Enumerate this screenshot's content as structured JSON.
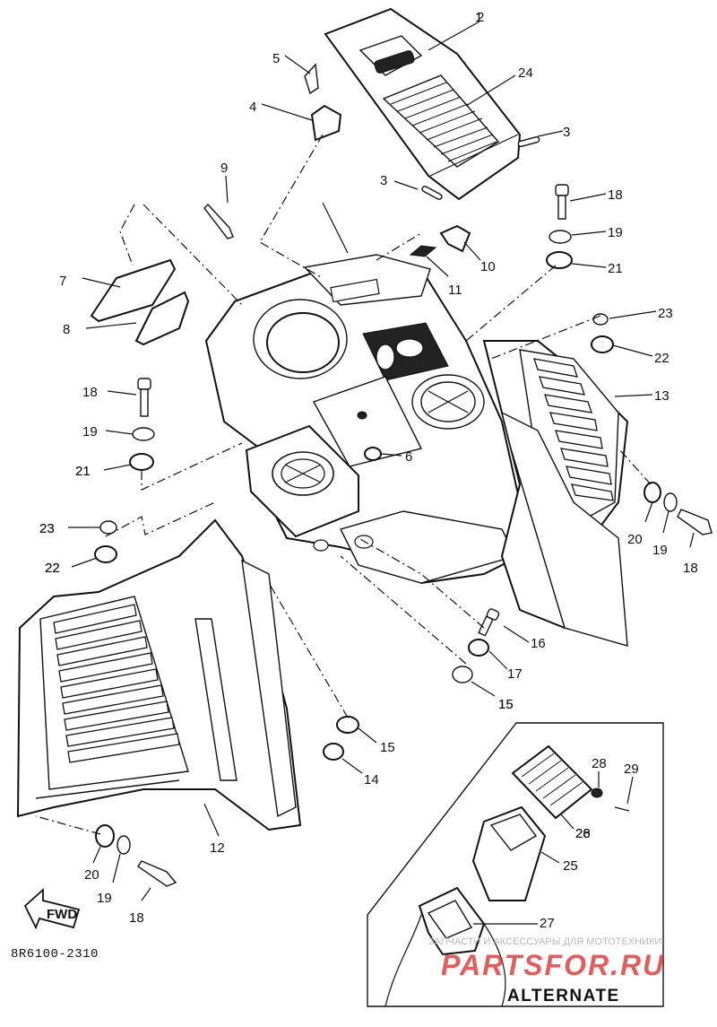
{
  "diagram": {
    "drawing_code": "8R6100-2310",
    "alternate_label": "ALTERNATE",
    "watermark_text": "ЗАПЧАСТИ И АКСЕССУАРЫ ДЛЯ МОТОТЕХНИКИ",
    "watermark_logo": "PARTSFOR.RU",
    "fwd_arrow": "FWD",
    "callouts": [
      "1",
      "2",
      "3",
      "3",
      "4",
      "5",
      "6",
      "7",
      "8",
      "9",
      "10",
      "11",
      "12",
      "13",
      "14",
      "15",
      "15",
      "15",
      "16",
      "17",
      "18",
      "18",
      "18",
      "18",
      "19",
      "19",
      "19",
      "19",
      "20",
      "20",
      "21",
      "21",
      "21",
      "22",
      "22",
      "22",
      "23",
      "23",
      "23",
      "24",
      "25",
      "26",
      "27",
      "28",
      "28",
      "29"
    ]
  }
}
